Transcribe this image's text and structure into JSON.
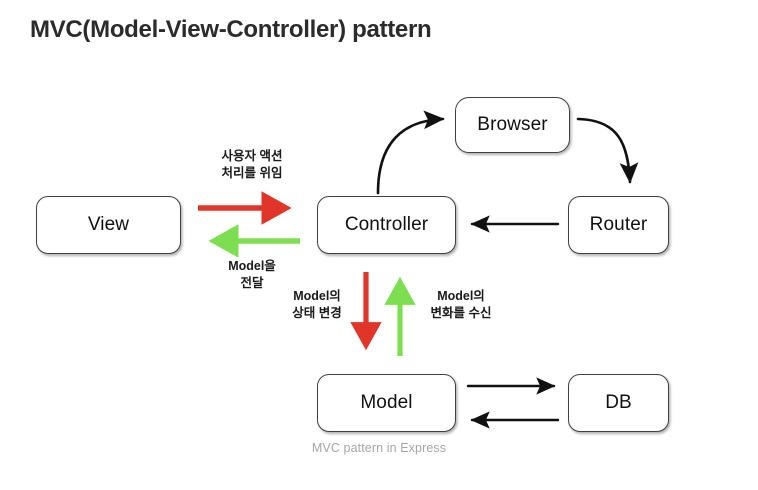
{
  "title": "MVC(Model-View-Controller) pattern",
  "caption": "MVC pattern in Express",
  "colors": {
    "red_arrow": "#e03528",
    "green_arrow": "#7ede52",
    "black_arrow": "#111111",
    "node_border": "#3f3f3f",
    "title_text": "#2b2b2b",
    "caption_text": "#a6a6a6",
    "background": "#ffffff"
  },
  "nodes": [
    {
      "id": "view",
      "label": "View"
    },
    {
      "id": "controller",
      "label": "Controller"
    },
    {
      "id": "browser",
      "label": "Browser"
    },
    {
      "id": "router",
      "label": "Router"
    },
    {
      "id": "model",
      "label": "Model"
    },
    {
      "id": "db",
      "label": "DB"
    }
  ],
  "edges": [
    {
      "id": "view-to-controller",
      "from": "View",
      "to": "Controller",
      "color": "#e03528",
      "direction": "right",
      "label": "사용자 액션\n처리를 위임"
    },
    {
      "id": "controller-to-view",
      "from": "Controller",
      "to": "View",
      "color": "#7ede52",
      "direction": "left",
      "label": "Model을\n전달"
    },
    {
      "id": "controller-to-model",
      "from": "Controller",
      "to": "Model",
      "color": "#e03528",
      "direction": "down",
      "label": "Model의\n상태 변경"
    },
    {
      "id": "model-to-controller",
      "from": "Model",
      "to": "Controller",
      "color": "#7ede52",
      "direction": "up",
      "label": "Model의\n변화를 수신"
    },
    {
      "id": "controller-to-browser",
      "from": "Controller",
      "to": "Browser",
      "color": "#111111",
      "direction": "curve-right-up",
      "label": ""
    },
    {
      "id": "browser-to-router",
      "from": "Browser",
      "to": "Router",
      "color": "#111111",
      "direction": "curve-right-down",
      "label": ""
    },
    {
      "id": "router-to-controller",
      "from": "Router",
      "to": "Controller",
      "color": "#111111",
      "direction": "left",
      "label": ""
    },
    {
      "id": "model-to-db",
      "from": "Model",
      "to": "DB",
      "color": "#111111",
      "direction": "right",
      "label": ""
    },
    {
      "id": "db-to-model",
      "from": "DB",
      "to": "Model",
      "color": "#111111",
      "direction": "left",
      "label": ""
    }
  ]
}
